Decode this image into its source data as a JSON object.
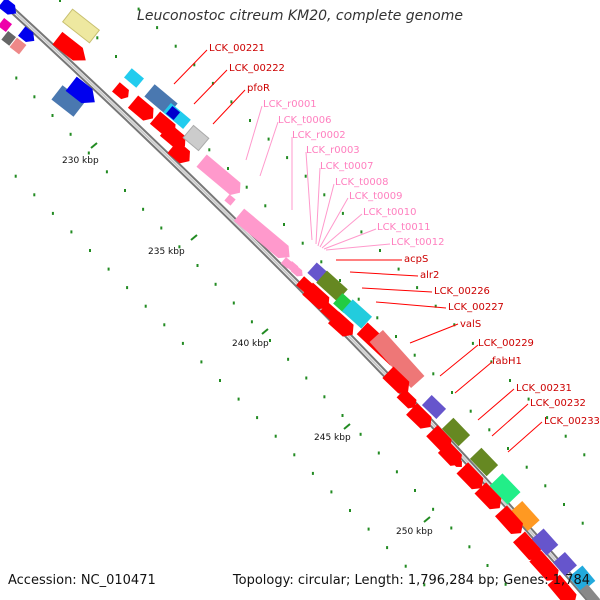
{
  "title": "Leuconostoc citreum KM20, complete genome",
  "footer": {
    "accession": "Accession: NC_010471",
    "summary": "Topology: circular; Length: 1,796,284 bp; Genes: 1,784"
  },
  "colors": {
    "cds": "#ff0000",
    "rna_label": "#ff7fbf",
    "cds_label": "#cc0000",
    "rrna": "#ff99cc",
    "backbone_dark": "#777777",
    "backbone_light": "#cccccc",
    "tick": "#228b22"
  },
  "kbp_markers": [
    {
      "label": "230 kbp"
    },
    {
      "label": "235 kbp"
    },
    {
      "label": "240 kbp"
    },
    {
      "label": "245 kbp"
    },
    {
      "label": "250 kbp"
    }
  ],
  "gene_labels": [
    {
      "text": "LCK_00221",
      "kind": "cds"
    },
    {
      "text": "LCK_00222",
      "kind": "cds"
    },
    {
      "text": "pfoR",
      "kind": "cds"
    },
    {
      "text": "LCK_r0001",
      "kind": "rna"
    },
    {
      "text": "LCK_t0006",
      "kind": "rna"
    },
    {
      "text": "LCK_r0002",
      "kind": "rna"
    },
    {
      "text": "LCK_r0003",
      "kind": "rna"
    },
    {
      "text": "LCK_t0007",
      "kind": "rna"
    },
    {
      "text": "LCK_t0008",
      "kind": "rna"
    },
    {
      "text": "LCK_t0009",
      "kind": "rna"
    },
    {
      "text": "LCK_t0010",
      "kind": "rna"
    },
    {
      "text": "LCK_t0011",
      "kind": "rna"
    },
    {
      "text": "LCK_t0012",
      "kind": "rna"
    },
    {
      "text": "acpS",
      "kind": "cds"
    },
    {
      "text": "alr2",
      "kind": "cds"
    },
    {
      "text": "LCK_00226",
      "kind": "cds"
    },
    {
      "text": "LCK_00227",
      "kind": "cds"
    },
    {
      "text": "valS",
      "kind": "cds"
    },
    {
      "text": "LCK_00229",
      "kind": "cds"
    },
    {
      "text": "fabH1",
      "kind": "cds"
    },
    {
      "text": "LCK_00231",
      "kind": "cds"
    },
    {
      "text": "LCK_00232",
      "kind": "cds"
    },
    {
      "text": "LCK_00233",
      "kind": "cds"
    }
  ]
}
